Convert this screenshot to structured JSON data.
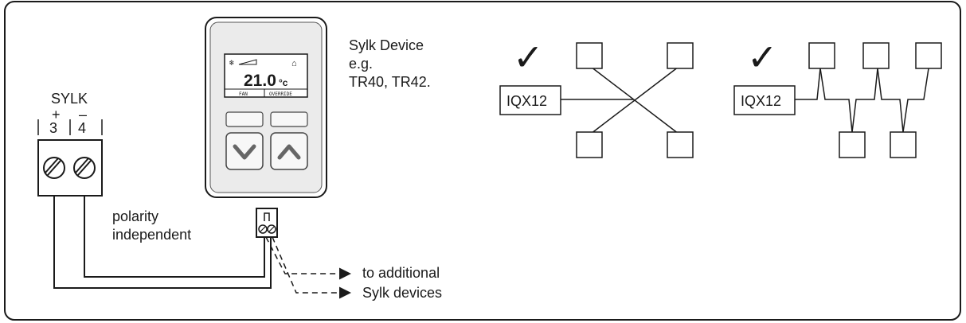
{
  "terminal": {
    "title": "SYLK",
    "plus": "+",
    "minus": "–",
    "pin_left": "3",
    "pin_right": "4"
  },
  "polarity_note": [
    "polarity",
    "independent"
  ],
  "device": {
    "caption": [
      "Sylk Device",
      "e.g.",
      "TR40, TR42."
    ],
    "display_temp": "21.0",
    "display_unit": "°c",
    "display_left_label": "FAN",
    "display_right_label": "OVERRIDE",
    "down_button_icon": "chevron-down-icon",
    "up_button_icon": "chevron-up-icon"
  },
  "additional_note": [
    "to additional",
    "Sylk devices"
  ],
  "topology_star": {
    "valid_mark": "✓",
    "controller": "IQX12"
  },
  "topology_bus": {
    "valid_mark": "✓",
    "controller": "IQX12"
  },
  "colors": {
    "stroke": "#1a1a1a",
    "device_body": "#ebebeb",
    "device_screen": "#ffffff"
  }
}
